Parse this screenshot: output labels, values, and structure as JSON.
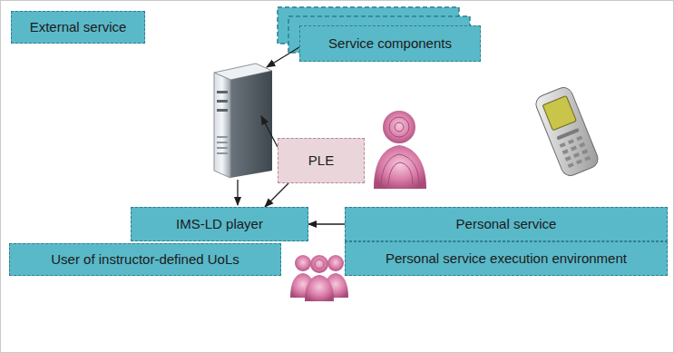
{
  "diagram": {
    "nodes": [
      {
        "text": [
          "External service"
        ]
      },
      {
        "text": [
          "Service components"
        ]
      },
      {
        "text": [
          "PLE"
        ]
      },
      {
        "text": [
          "IMS-LD player"
        ]
      },
      {
        "text": [
          "User of instructor-defined UoLs"
        ]
      },
      {
        "text": [
          "Personal service"
        ]
      },
      {
        "text": [
          "Personal service execution environment"
        ]
      }
    ],
    "edges": [
      {
        "from": 2,
        "to": 3,
        "arrow": "to"
      },
      {
        "from": 5,
        "to": 3,
        "arrow": "to"
      }
    ]
  }
}
